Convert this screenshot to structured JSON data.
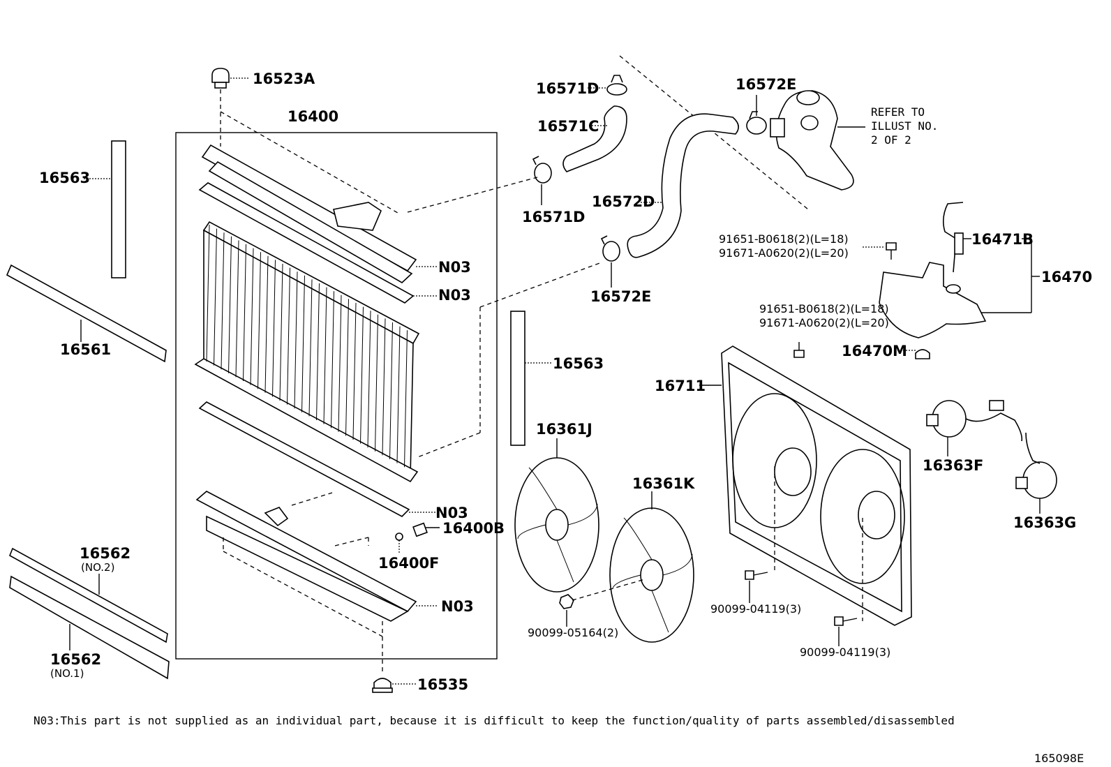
{
  "labels": {
    "p16523A": "16523A",
    "p16400": "16400",
    "p16563_left": "16563",
    "p16561": "16561",
    "p16562_no2": "16562",
    "p16562_no2_sub": "(NO.2)",
    "p16562_no1": "16562",
    "p16562_no1_sub": "(NO.1)",
    "n03_a": "N03",
    "n03_b": "N03",
    "n03_c": "N03",
    "n03_d": "N03",
    "p16400B": "16400B",
    "p16400F": "16400F",
    "p16535": "16535",
    "p16571D_top": "16571D",
    "p16571C": "16571C",
    "p16571D_bottom": "16571D",
    "p16572E_top": "16572E",
    "p16572D": "16572D",
    "p16572E_bottom": "16572E",
    "refer_1": "REFER TO",
    "refer_2": "ILLUST NO.",
    "refer_3": "2 OF 2",
    "bolt_a1": "91651-B0618(2)(L=18)",
    "bolt_a2": "91671-A0620(2)(L=20)",
    "bolt_b1": "91651-B0618(2)(L=18)",
    "bolt_b2": "91671-A0620(2)(L=20)",
    "p16471B": "16471B",
    "p16470": "16470",
    "p16470M": "16470M",
    "p16563_right": "16563",
    "p16711": "16711",
    "p16361J": "16361J",
    "p16361K": "16361K",
    "p16363F": "16363F",
    "p16363G": "16363G",
    "p90099_05164": "90099-05164(2)",
    "p90099_04119_a": "90099-04119(3)",
    "p90099_04119_b": "90099-04119(3)"
  },
  "footnote": "N03:This part is not supplied as an individual part, because it is difficult to keep the function/quality of parts assembled/disassembled",
  "illustration_id": "165098E"
}
